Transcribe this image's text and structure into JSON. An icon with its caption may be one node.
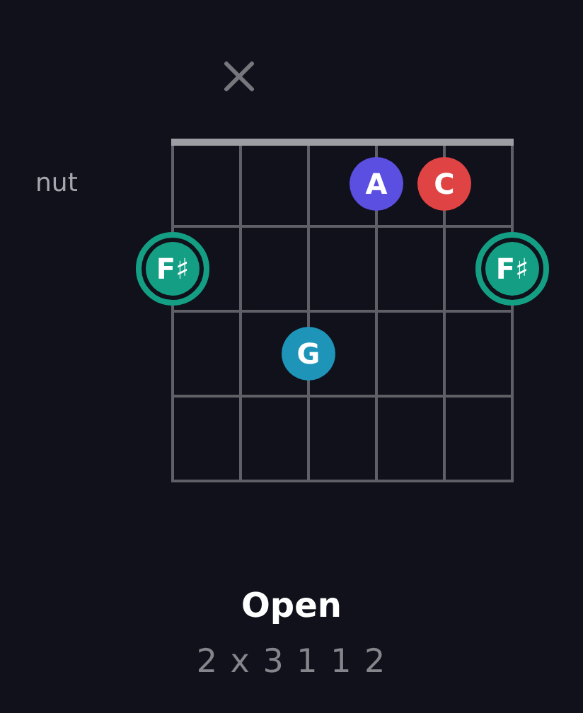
{
  "diagram": {
    "title": "Open",
    "nodes": [
      {
        "text": [
          "A"
        ]
      },
      {
        "text": [
          "C"
        ]
      },
      {
        "text": [
          "F♯"
        ]
      },
      {
        "text": [
          "F♯"
        ]
      },
      {
        "text": [
          "G"
        ]
      }
    ],
    "labels": [
      "nut",
      "2 x 3 1 1 2"
    ]
  }
}
